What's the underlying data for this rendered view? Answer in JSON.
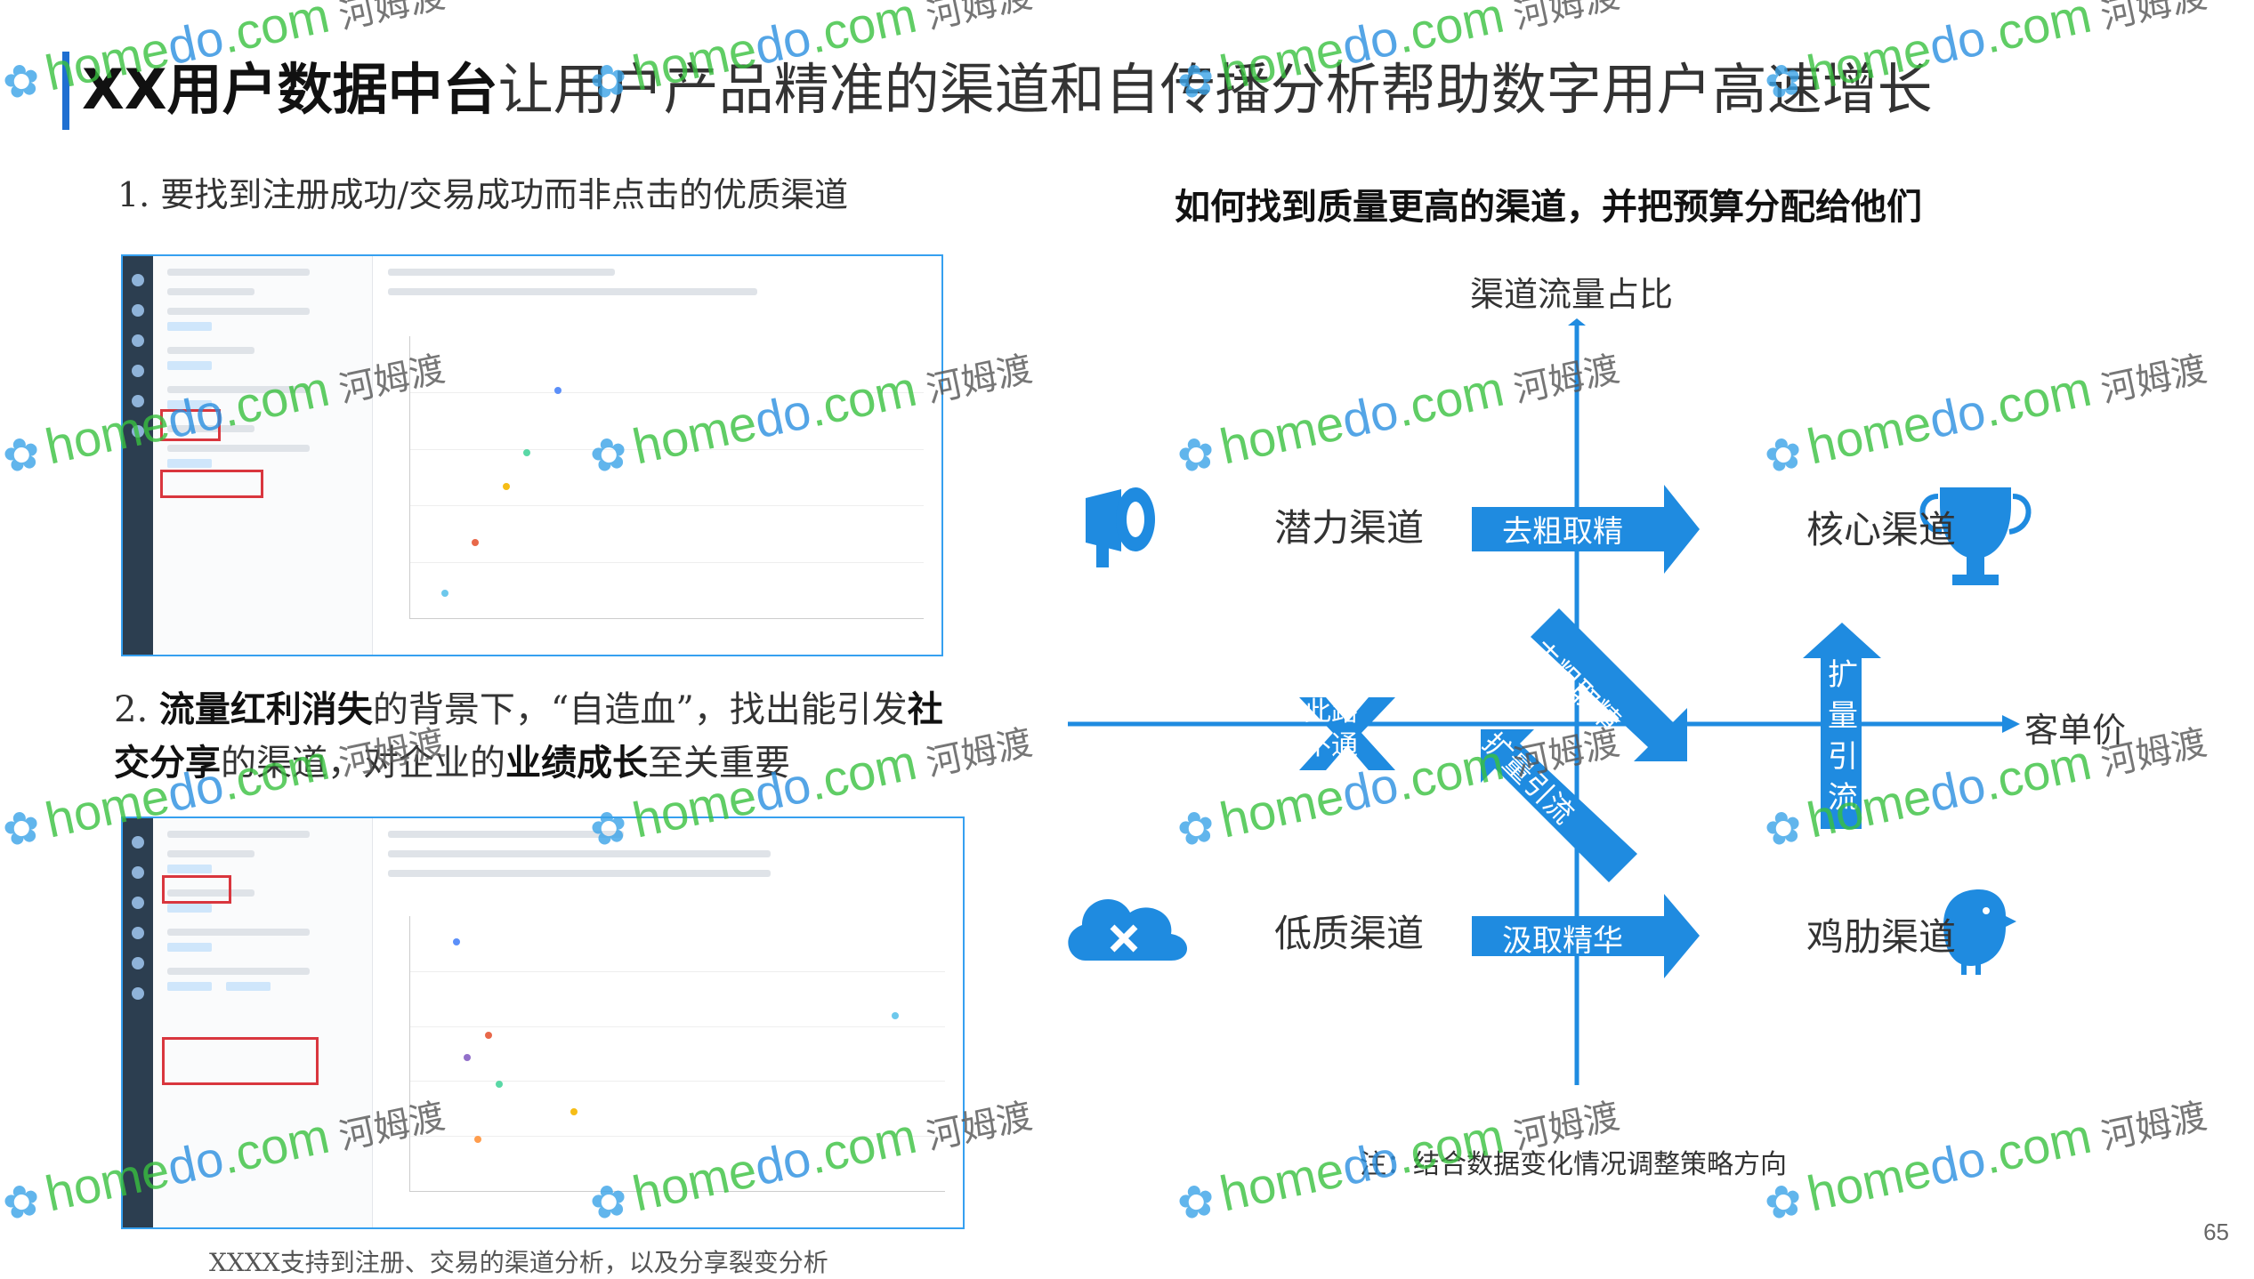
{
  "header": {
    "title_bold": "XX用户数据中台",
    "title_rest": "让用户产品精准的渠道和自传播分析帮助数字用户高速增长"
  },
  "left": {
    "point1": "1. 要找到注册成功/交易成功而非点击的优质渠道",
    "point2_parts": [
      "2. ",
      "流量红利消失",
      "的背景下，“自造血”，找出能引发",
      "社交分享",
      "的渠道，对企业的",
      "业绩成长",
      "至关重要"
    ],
    "caption": "XXXX支持到注册、交易的渠道分析，以及分享裂变分析"
  },
  "quadrant": {
    "heading": "如何找到质量更高的渠道，并把预算分配给他们",
    "y_axis": "渠道流量占比",
    "x_axis": "客单价",
    "potential": "潜力渠道",
    "core": "核心渠道",
    "low": "低质渠道",
    "rib": "鸡肋渠道",
    "arrow_top": "去粗取精",
    "arrow_bottom": "汲取精华",
    "arrow_diag_down": "去粗取精",
    "arrow_diag_up": "扩量引流",
    "arrow_up_vertical": [
      "扩",
      "量",
      "引",
      "流"
    ],
    "blocked": [
      "此路",
      "不通"
    ],
    "note": "注：结合数据变化情况调整策略方向",
    "colors": {
      "accent": "#2a8fe0",
      "axis": "#1f8be0"
    }
  },
  "footer": {
    "page_number": "65"
  },
  "watermark": {
    "domain_a": "home",
    "domain_b": "do",
    "domain_c": ".com",
    "cn": "河姆渡"
  }
}
